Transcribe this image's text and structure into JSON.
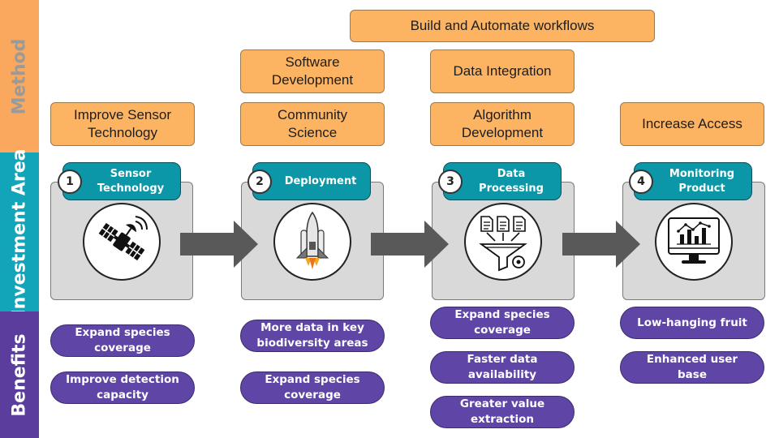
{
  "bands": {
    "method": "Method",
    "investment_area": "Investment Area",
    "benefits": "Benefits"
  },
  "methods": {
    "build_automate": "Build and Automate workflows",
    "software_development": "Software\nDevelopment",
    "data_integration": "Data Integration",
    "improve_sensor": "Improve Sensor\nTechnology",
    "community_science": "Community\nScience",
    "algorithm_development": "Algorithm\nDevelopment",
    "increase_access": "Increase Access"
  },
  "areas": [
    {
      "number": "1",
      "label": "Sensor\nTechnology",
      "icon": "satellite-icon"
    },
    {
      "number": "2",
      "label": "Deployment",
      "icon": "rocket-icon"
    },
    {
      "number": "3",
      "label": "Data\nProcessing",
      "icon": "data-funnel-icon"
    },
    {
      "number": "4",
      "label": "Monitoring\nProduct",
      "icon": "monitor-chart-icon"
    }
  ],
  "benefits": {
    "col1": [
      "Expand species\ncoverage",
      "Improve detection\ncapacity"
    ],
    "col2": [
      "More data in key\nbiodiversity areas",
      "Expand species\ncoverage"
    ],
    "col3": [
      "Expand species\ncoverage",
      "Faster data\navailability",
      "Greater value\nextraction"
    ],
    "col4": [
      "Low-hanging fruit",
      "Enhanced user\nbase"
    ]
  },
  "colors": {
    "method_orange": "#fcb462",
    "teal": "#0b97a8",
    "purple": "#5e45a6",
    "card_gray": "#d9d9d9",
    "arrow_gray": "#595959"
  }
}
